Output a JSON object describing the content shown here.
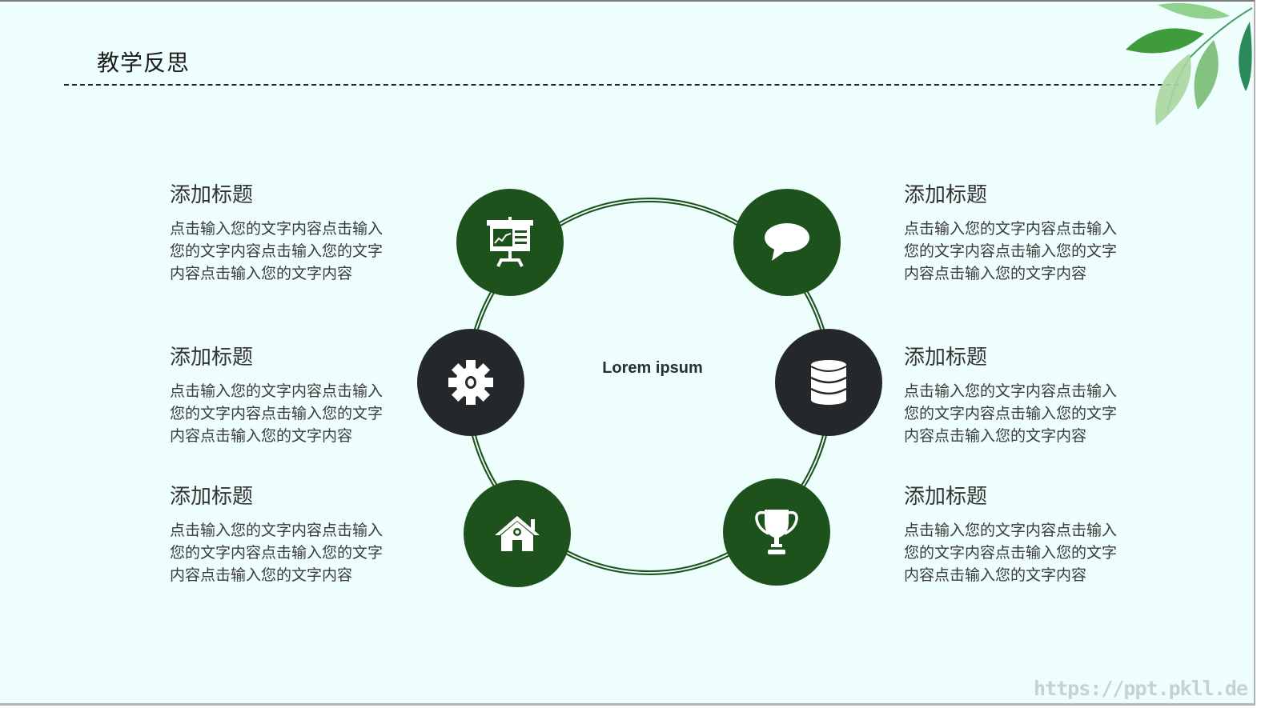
{
  "slide": {
    "title": "教学反思",
    "center_label": "Lorem ipsum",
    "watermark": "https://ppt.pkll.de",
    "colors": {
      "background": "#edfefc",
      "accent_green": "#1e521d",
      "accent_dark": "#25282a",
      "text": "#333333"
    }
  },
  "items": [
    {
      "title": "添加标题",
      "body": "点击输入您的文字内容点击输入您的文字内容点击输入您的文字内容点击输入您的文字内容",
      "icon": "presentation-board-icon",
      "side": "left"
    },
    {
      "title": "添加标题",
      "body": "点击输入您的文字内容点击输入您的文字内容点击输入您的文字内容点击输入您的文字内容",
      "icon": "gear-icon",
      "side": "left"
    },
    {
      "title": "添加标题",
      "body": "点击输入您的文字内容点击输入您的文字内容点击输入您的文字内容点击输入您的文字内容",
      "icon": "home-icon",
      "side": "left"
    },
    {
      "title": "添加标题",
      "body": "点击输入您的文字内容点击输入您的文字内容点击输入您的文字内容点击输入您的文字内容",
      "icon": "speech-bubble-icon",
      "side": "right"
    },
    {
      "title": "添加标题",
      "body": "点击输入您的文字内容点击输入您的文字内容点击输入您的文字内容点击输入您的文字内容",
      "icon": "database-icon",
      "side": "right"
    },
    {
      "title": "添加标题",
      "body": "点击输入您的文字内容点击输入您的文字内容点击输入您的文字内容点击输入您的文字内容",
      "icon": "trophy-icon",
      "side": "right"
    }
  ]
}
